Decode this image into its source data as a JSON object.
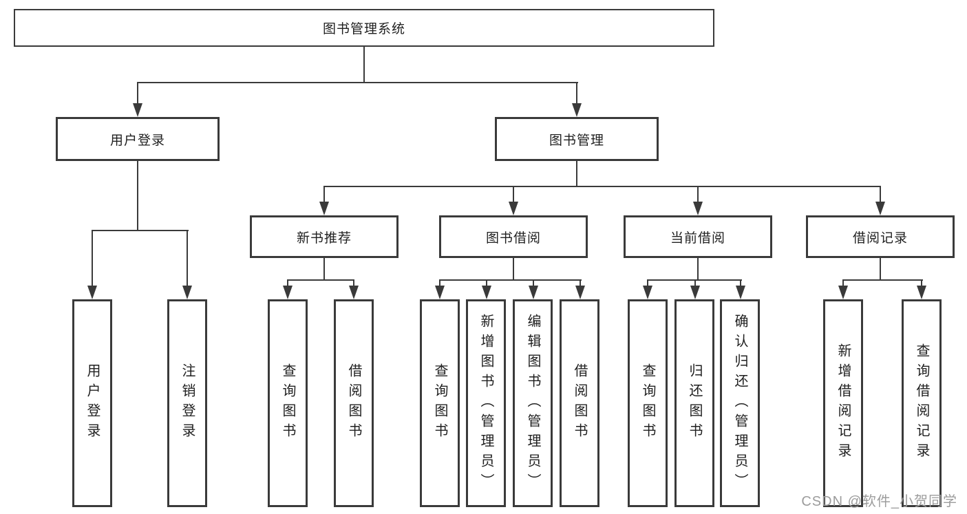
{
  "tree": {
    "root": "图书管理系统",
    "branches": [
      {
        "label": "用户登录",
        "children": [
          "用户登录",
          "注销登录"
        ]
      },
      {
        "label": "图书管理",
        "sections": [
          {
            "label": "新书推荐",
            "children": [
              "查询图书",
              "借阅图书"
            ]
          },
          {
            "label": "图书借阅",
            "children": [
              "查询图书",
              "新增图书（管理员）",
              "编辑图书（管理员）",
              "借阅图书"
            ]
          },
          {
            "label": "当前借阅",
            "children": [
              "查询图书",
              "归还图书",
              "确认归还（管理员）"
            ]
          },
          {
            "label": "借阅记录",
            "children": [
              "新增借阅记录",
              "查询借阅记录"
            ]
          }
        ]
      }
    ]
  },
  "watermark": "CSDN @软件_小贺同学",
  "colors": {
    "line": "#3a3a3a",
    "text": "#1f1f1f",
    "watermark": "#9c9c9c"
  }
}
